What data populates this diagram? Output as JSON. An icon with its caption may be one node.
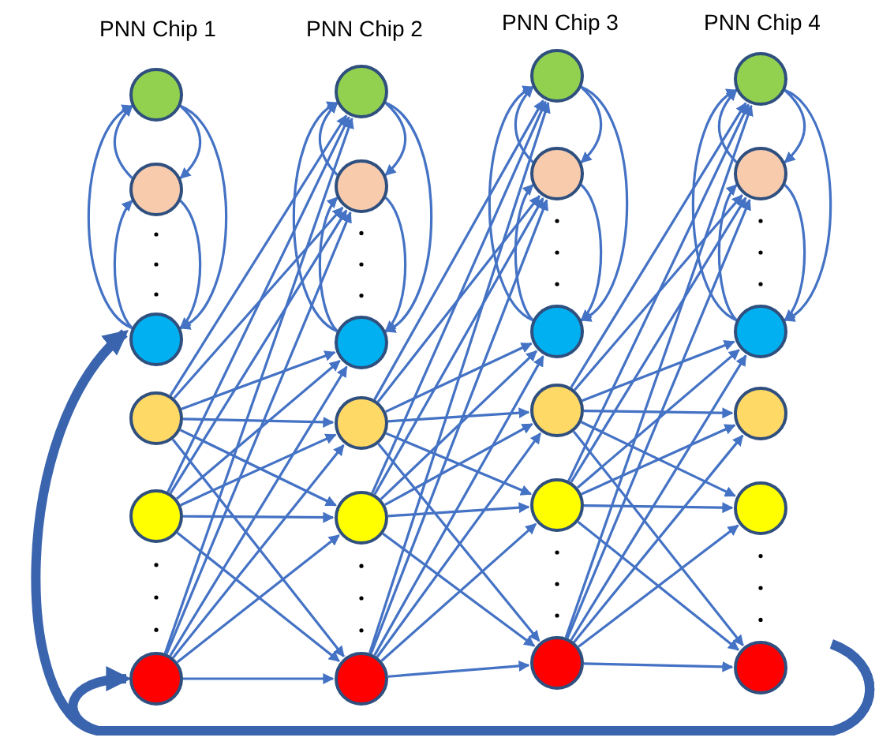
{
  "diagram": {
    "nodes": [
      {
        "text": [],
        "shape": "circle"
      },
      {
        "text": [],
        "shape": "circle"
      },
      {
        "text": [],
        "shape": "circle"
      },
      {
        "text": [],
        "shape": "circle"
      },
      {
        "text": [],
        "shape": "circle"
      },
      {
        "text": [],
        "shape": "circle"
      },
      {
        "text": [],
        "shape": "circle"
      },
      {
        "text": [],
        "shape": "circle"
      },
      {
        "text": [],
        "shape": "circle"
      },
      {
        "text": [],
        "shape": "circle"
      },
      {
        "text": [],
        "shape": "circle"
      },
      {
        "text": [],
        "shape": "circle"
      },
      {
        "text": [],
        "shape": "circle"
      },
      {
        "text": [],
        "shape": "circle"
      },
      {
        "text": [],
        "shape": "circle"
      },
      {
        "text": [],
        "shape": "circle"
      },
      {
        "text": [],
        "shape": "circle"
      },
      {
        "text": [],
        "shape": "circle"
      },
      {
        "text": [],
        "shape": "circle"
      },
      {
        "text": [],
        "shape": "circle"
      },
      {
        "text": [],
        "shape": "circle"
      },
      {
        "text": [],
        "shape": "circle"
      },
      {
        "text": [],
        "shape": "circle"
      },
      {
        "text": [],
        "shape": "circle"
      }
    ],
    "edges": [
      {
        "from": 0,
        "to": 1,
        "arrow": "to"
      },
      {
        "from": 0,
        "to": 2,
        "arrow": "to"
      },
      {
        "from": 1,
        "to": 0,
        "arrow": "to"
      },
      {
        "from": 2,
        "to": 0,
        "arrow": "to"
      },
      {
        "from": 1,
        "to": 2,
        "arrow": "to"
      },
      {
        "from": 2,
        "to": 1,
        "arrow": "to"
      },
      {
        "from": 6,
        "to": 7,
        "arrow": "to"
      },
      {
        "from": 6,
        "to": 8,
        "arrow": "to"
      },
      {
        "from": 7,
        "to": 6,
        "arrow": "to"
      },
      {
        "from": 8,
        "to": 6,
        "arrow": "to"
      },
      {
        "from": 7,
        "to": 8,
        "arrow": "to"
      },
      {
        "from": 8,
        "to": 7,
        "arrow": "to"
      },
      {
        "from": 12,
        "to": 13,
        "arrow": "to"
      },
      {
        "from": 12,
        "to": 14,
        "arrow": "to"
      },
      {
        "from": 13,
        "to": 12,
        "arrow": "to"
      },
      {
        "from": 14,
        "to": 12,
        "arrow": "to"
      },
      {
        "from": 13,
        "to": 14,
        "arrow": "to"
      },
      {
        "from": 14,
        "to": 13,
        "arrow": "to"
      },
      {
        "from": 18,
        "to": 19,
        "arrow": "to"
      },
      {
        "from": 18,
        "to": 20,
        "arrow": "to"
      },
      {
        "from": 19,
        "to": 18,
        "arrow": "to"
      },
      {
        "from": 20,
        "to": 18,
        "arrow": "to"
      },
      {
        "from": 19,
        "to": 20,
        "arrow": "to"
      },
      {
        "from": 20,
        "to": 19,
        "arrow": "to"
      },
      {
        "from": 3,
        "to": 6,
        "arrow": "to"
      },
      {
        "from": 3,
        "to": 7,
        "arrow": "to"
      },
      {
        "from": 3,
        "to": 8,
        "arrow": "to"
      },
      {
        "from": 3,
        "to": 9,
        "arrow": "to"
      },
      {
        "from": 3,
        "to": 10,
        "arrow": "to"
      },
      {
        "from": 3,
        "to": 11,
        "arrow": "to"
      },
      {
        "from": 4,
        "to": 6,
        "arrow": "to"
      },
      {
        "from": 4,
        "to": 7,
        "arrow": "to"
      },
      {
        "from": 4,
        "to": 8,
        "arrow": "to"
      },
      {
        "from": 4,
        "to": 9,
        "arrow": "to"
      },
      {
        "from": 4,
        "to": 10,
        "arrow": "to"
      },
      {
        "from": 4,
        "to": 11,
        "arrow": "to"
      },
      {
        "from": 5,
        "to": 6,
        "arrow": "to"
      },
      {
        "from": 5,
        "to": 7,
        "arrow": "to"
      },
      {
        "from": 5,
        "to": 8,
        "arrow": "to"
      },
      {
        "from": 5,
        "to": 9,
        "arrow": "to"
      },
      {
        "from": 5,
        "to": 10,
        "arrow": "to"
      },
      {
        "from": 5,
        "to": 11,
        "arrow": "to"
      },
      {
        "from": 9,
        "to": 12,
        "arrow": "to"
      },
      {
        "from": 9,
        "to": 13,
        "arrow": "to"
      },
      {
        "from": 9,
        "to": 14,
        "arrow": "to"
      },
      {
        "from": 9,
        "to": 15,
        "arrow": "to"
      },
      {
        "from": 9,
        "to": 16,
        "arrow": "to"
      },
      {
        "from": 9,
        "to": 17,
        "arrow": "to"
      },
      {
        "from": 10,
        "to": 12,
        "arrow": "to"
      },
      {
        "from": 10,
        "to": 13,
        "arrow": "to"
      },
      {
        "from": 10,
        "to": 14,
        "arrow": "to"
      },
      {
        "from": 10,
        "to": 15,
        "arrow": "to"
      },
      {
        "from": 10,
        "to": 16,
        "arrow": "to"
      },
      {
        "from": 10,
        "to": 17,
        "arrow": "to"
      },
      {
        "from": 11,
        "to": 12,
        "arrow": "to"
      },
      {
        "from": 11,
        "to": 13,
        "arrow": "to"
      },
      {
        "from": 11,
        "to": 14,
        "arrow": "to"
      },
      {
        "from": 11,
        "to": 15,
        "arrow": "to"
      },
      {
        "from": 11,
        "to": 16,
        "arrow": "to"
      },
      {
        "from": 11,
        "to": 17,
        "arrow": "to"
      },
      {
        "from": 15,
        "to": 18,
        "arrow": "to"
      },
      {
        "from": 15,
        "to": 19,
        "arrow": "to"
      },
      {
        "from": 15,
        "to": 20,
        "arrow": "to"
      },
      {
        "from": 15,
        "to": 21,
        "arrow": "to"
      },
      {
        "from": 15,
        "to": 22,
        "arrow": "to"
      },
      {
        "from": 15,
        "to": 23,
        "arrow": "to"
      },
      {
        "from": 16,
        "to": 18,
        "arrow": "to"
      },
      {
        "from": 16,
        "to": 19,
        "arrow": "to"
      },
      {
        "from": 16,
        "to": 20,
        "arrow": "to"
      },
      {
        "from": 16,
        "to": 21,
        "arrow": "to"
      },
      {
        "from": 16,
        "to": 22,
        "arrow": "to"
      },
      {
        "from": 16,
        "to": 23,
        "arrow": "to"
      },
      {
        "from": 17,
        "to": 18,
        "arrow": "to"
      },
      {
        "from": 17,
        "to": 19,
        "arrow": "to"
      },
      {
        "from": 17,
        "to": 20,
        "arrow": "to"
      },
      {
        "from": 17,
        "to": 21,
        "arrow": "to"
      },
      {
        "from": 17,
        "to": 22,
        "arrow": "to"
      },
      {
        "from": 17,
        "to": 23,
        "arrow": "to"
      },
      {
        "from": null,
        "to": 2,
        "arrow": "to",
        "style": "thick"
      },
      {
        "from": null,
        "to": 5,
        "arrow": "to",
        "style": "thick"
      }
    ],
    "labels": [
      "PNN Chip 1",
      "PNN Chip 2",
      "PNN Chip 3",
      "PNN Chip 4"
    ]
  }
}
